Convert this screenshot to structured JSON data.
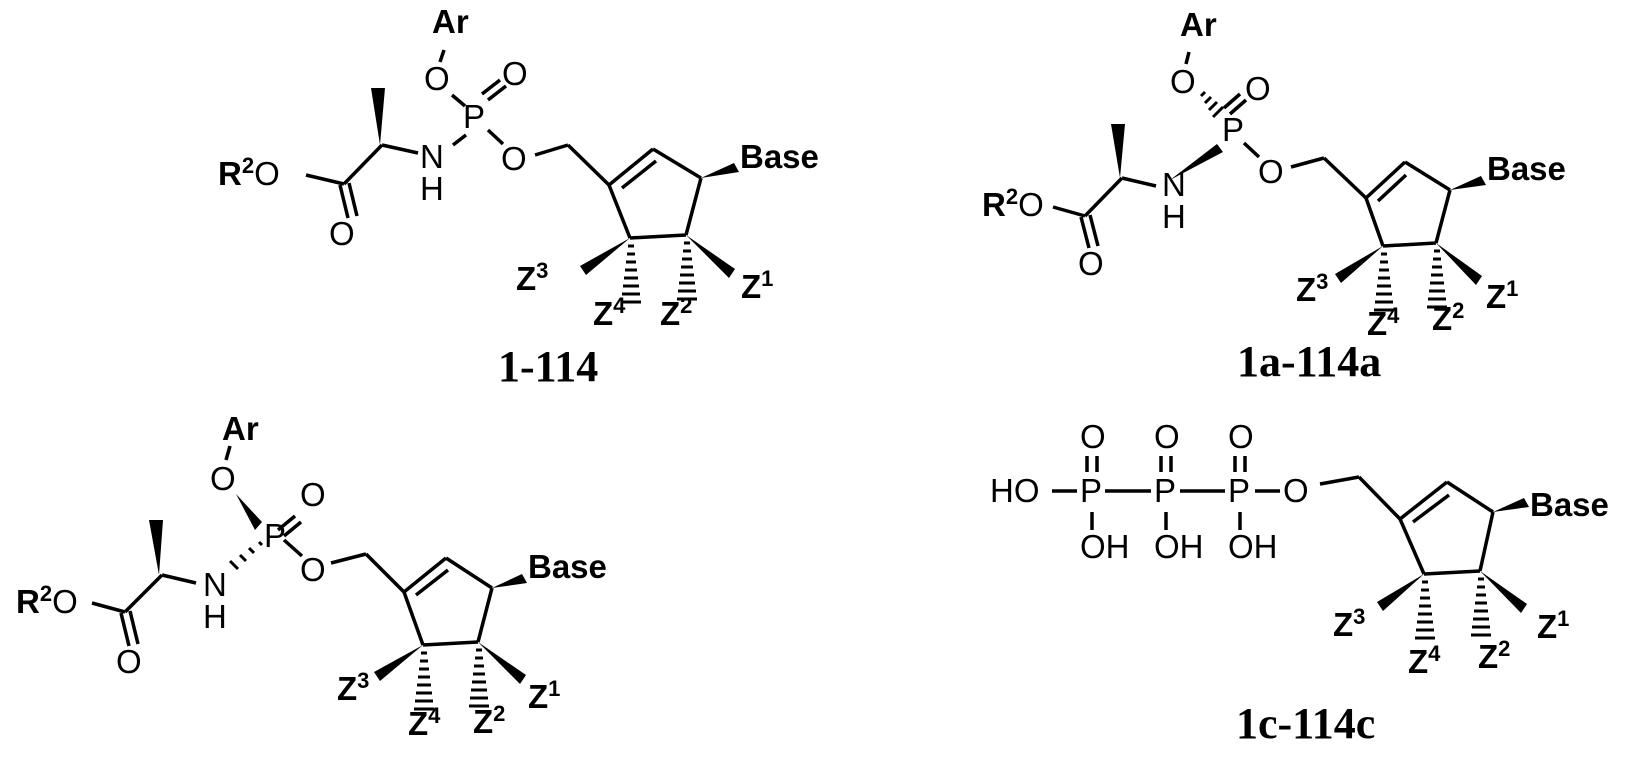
{
  "figure": {
    "structures": [
      {
        "id": "s1",
        "compound_label": "1-114",
        "stereo_at_phosphorus": "unspecified",
        "atoms": {
          "ar": "Ar",
          "o_ar": "O",
          "o_dbl": "O",
          "p": "P",
          "n": "N",
          "h": "H",
          "o_ester": "O",
          "r2": "R",
          "r2_sup": "2",
          "r2_o": "O",
          "carbonyl_o": "O",
          "base": "Base",
          "z1": "Z",
          "z1_sup": "1",
          "z2": "Z",
          "z2_sup": "2",
          "z3": "Z",
          "z3_sup": "3",
          "z4": "Z",
          "z4_sup": "4"
        }
      },
      {
        "id": "s2",
        "compound_label": "1a-114a",
        "stereo_at_phosphorus": "O-Ar hashed, N wedge",
        "atoms": {
          "ar": "Ar",
          "o_ar": "O",
          "o_dbl": "O",
          "p": "P",
          "n": "N",
          "h": "H",
          "o_ester": "O",
          "r2": "R",
          "r2_sup": "2",
          "r2_o": "O",
          "carbonyl_o": "O",
          "base": "Base",
          "z1": "Z",
          "z1_sup": "1",
          "z2": "Z",
          "z2_sup": "2",
          "z3": "Z",
          "z3_sup": "3",
          "z4": "Z",
          "z4_sup": "4"
        }
      },
      {
        "id": "s3",
        "compound_label": "",
        "stereo_at_phosphorus": "O-Ar wedge, N hashed",
        "atoms": {
          "ar": "Ar",
          "o_ar": "O",
          "o_dbl": "O",
          "p": "P",
          "n": "N",
          "h": "H",
          "o_ester": "O",
          "r2": "R",
          "r2_sup": "2",
          "r2_o": "O",
          "carbonyl_o": "O",
          "base": "Base",
          "z1": "Z",
          "z1_sup": "1",
          "z2": "Z",
          "z2_sup": "2",
          "z3": "Z",
          "z3_sup": "3",
          "z4": "Z",
          "z4_sup": "4"
        }
      },
      {
        "id": "s4",
        "compound_label": "1c-114c",
        "atoms": {
          "ho": "HO",
          "p1": "P",
          "p2": "P",
          "p3": "P",
          "o1": "O",
          "o2": "O",
          "o3": "O",
          "oh1": "OH",
          "oh2": "OH",
          "oh3": "OH",
          "o_link": "O",
          "base": "Base",
          "z1": "Z",
          "z1_sup": "1",
          "z2": "Z",
          "z2_sup": "2",
          "z3": "Z",
          "z3_sup": "3",
          "z4": "Z",
          "z4_sup": "4"
        }
      }
    ]
  }
}
